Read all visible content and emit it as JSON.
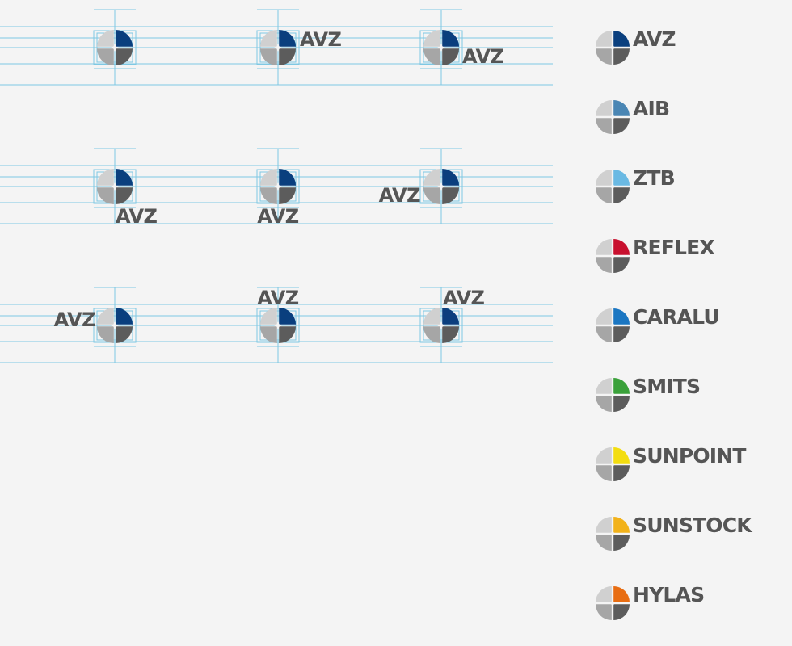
{
  "guide_color": "#7ec8e3",
  "logo_colors": {
    "light": "#d0d0d0",
    "mid": "#a6a6a6",
    "dark": "#5c5c5c",
    "text": "#555555"
  },
  "construction_grid": {
    "label": "AVZ",
    "accent": "#0a3f7e",
    "cells": [
      {
        "position": "none"
      },
      {
        "position": "top-right"
      },
      {
        "position": "right"
      },
      {
        "position": "bottom-right"
      },
      {
        "position": "bottom"
      },
      {
        "position": "bottom-left"
      },
      {
        "position": "left"
      },
      {
        "position": "top"
      },
      {
        "position": "top-right-above"
      }
    ]
  },
  "brands": [
    {
      "name": "AVZ",
      "accent": "#0a3f7e"
    },
    {
      "name": "AIB",
      "accent": "#4a86b4"
    },
    {
      "name": "ZTB",
      "accent": "#6ab9e3"
    },
    {
      "name": "REFLEX",
      "accent": "#c8102e"
    },
    {
      "name": "CARALU",
      "accent": "#1a76c2"
    },
    {
      "name": "SMITS",
      "accent": "#3aa13a"
    },
    {
      "name": "SUNPOINT",
      "accent": "#f3dd0f"
    },
    {
      "name": "SUNSTOCK",
      "accent": "#f2b21a"
    },
    {
      "name": "HYLAS",
      "accent": "#e86d12"
    }
  ]
}
